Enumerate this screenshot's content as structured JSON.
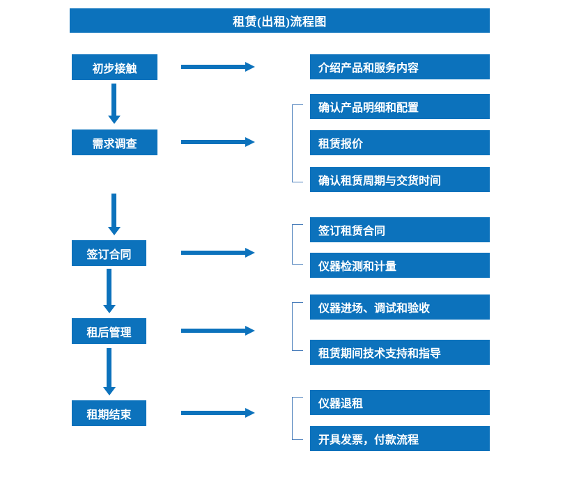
{
  "theme": {
    "box_fill": "#0c72bc",
    "box_text": "#ffffff",
    "arrow_color": "#0c72bc",
    "bracket_color": "#4a7ebb",
    "background": "#ffffff"
  },
  "header": {
    "title": "租赁(出租)流程图"
  },
  "flow": {
    "stages": [
      {
        "label": "初步接触"
      },
      {
        "label": "需求调查"
      },
      {
        "label": "签订合同"
      },
      {
        "label": "租后管理"
      },
      {
        "label": "租期结束"
      }
    ],
    "details": [
      {
        "label": "介绍产品和服务内容"
      },
      {
        "label": "确认产品明细和配置"
      },
      {
        "label": "租赁报价"
      },
      {
        "label": "确认租赁周期与交货时间"
      },
      {
        "label": "签订租赁合同"
      },
      {
        "label": "仪器检测和计量"
      },
      {
        "label": "仪器进场、调试和验收"
      },
      {
        "label": "租赁期间技术支持和指导"
      },
      {
        "label": "仪器退租"
      },
      {
        "label": "开具发票，付款流程"
      }
    ],
    "groups": [
      {
        "stage": "需求调查",
        "members": [
          "确认产品明细和配置",
          "租赁报价",
          "确认租赁周期与交货时间"
        ]
      },
      {
        "stage": "签订合同",
        "members": [
          "签订租赁合同",
          "仪器检测和计量"
        ]
      },
      {
        "stage": "租后管理",
        "members": [
          "仪器进场、调试和验收",
          "租赁期间技术支持和指导"
        ]
      },
      {
        "stage": "租期结束",
        "members": [
          "仪器退租",
          "开具发票，付款流程"
        ]
      }
    ],
    "connectors": {
      "down_arrow_count": 4,
      "right_arrow_count": 5
    }
  }
}
